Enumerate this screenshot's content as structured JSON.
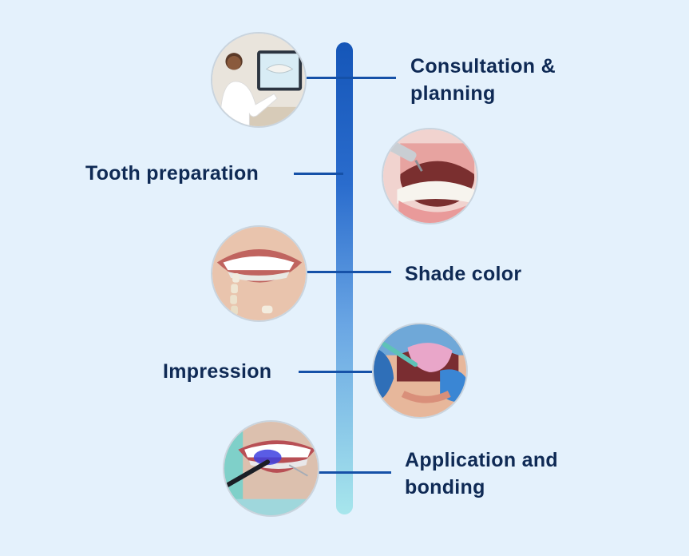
{
  "diagram": {
    "steps": [
      {
        "label_line1": "Consultation &",
        "label_line2": "planning",
        "photo_icon": "dentist-screen-photo"
      },
      {
        "label": "Tooth preparation",
        "photo_icon": "dental-drill-photo"
      },
      {
        "label": "Shade color",
        "photo_icon": "shade-guide-photo"
      },
      {
        "label": "Impression",
        "photo_icon": "impression-tray-photo"
      },
      {
        "label_line1": "Application and",
        "label_line2": "bonding",
        "photo_icon": "curing-light-photo"
      }
    ],
    "colors": {
      "background": "#e4f1fc",
      "label_text": "#0f2a55",
      "connector": "#1551a8",
      "timeline_top": "#1556b8",
      "timeline_bottom": "#a7e6ec"
    }
  }
}
